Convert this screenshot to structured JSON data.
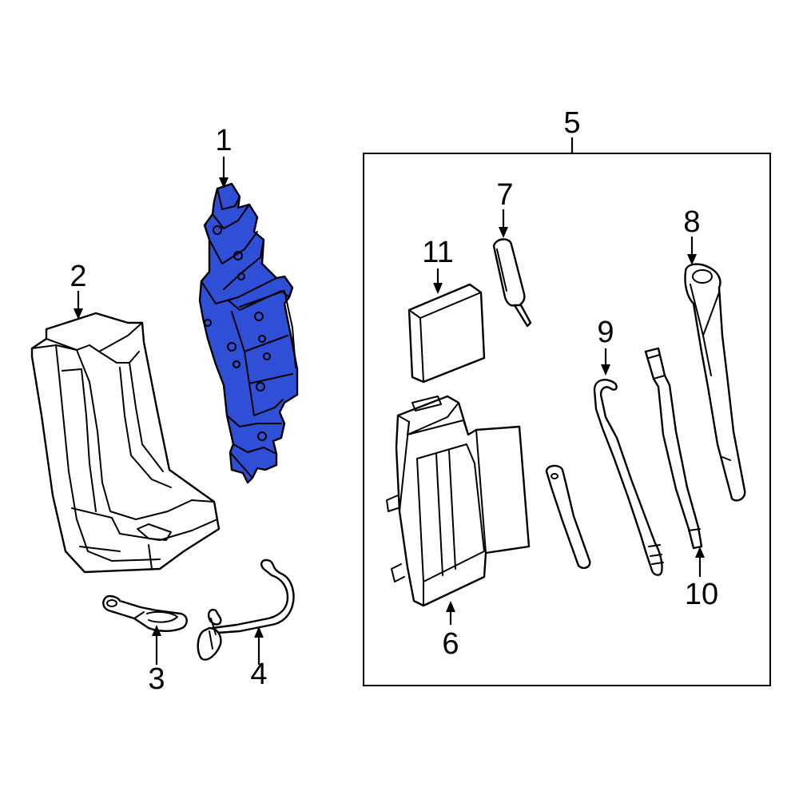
{
  "diagram": {
    "highlight_color": "#2e4fd6",
    "outline_color": "#000000",
    "callouts": {
      "c1": "1",
      "c2": "2",
      "c3": "3",
      "c4": "4",
      "c5": "5",
      "c6": "6",
      "c7": "7",
      "c8": "8",
      "c9": "9",
      "c10": "10",
      "c11": "11"
    }
  }
}
